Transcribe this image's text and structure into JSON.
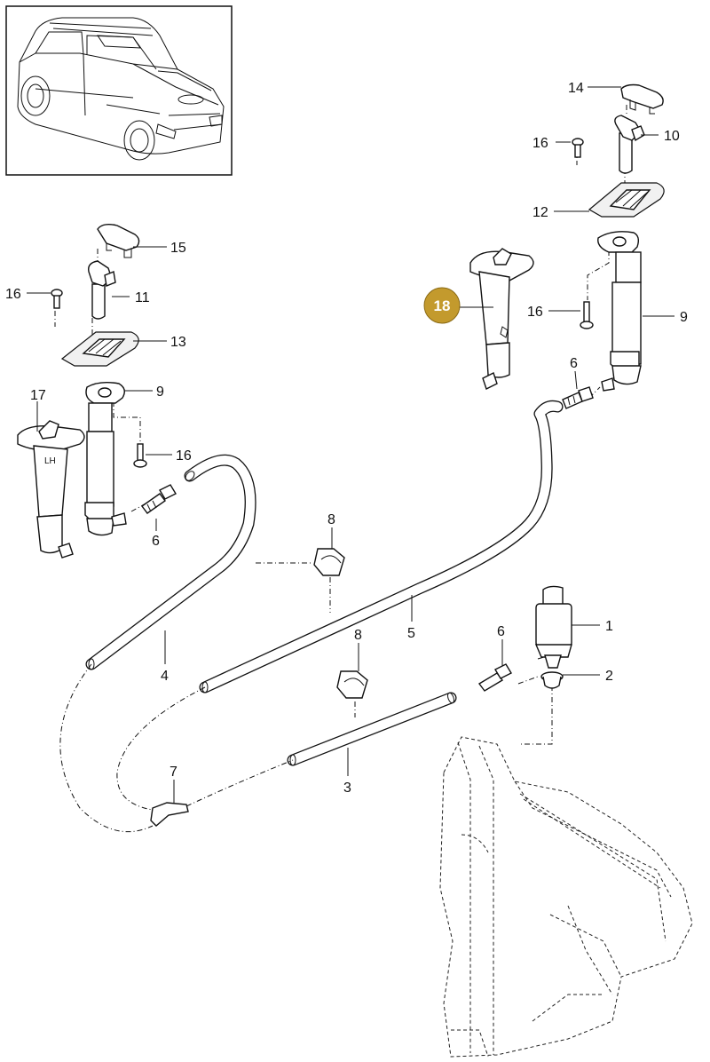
{
  "diagram": {
    "highlight_color": "#c39a2d",
    "stamp_text": "LH",
    "callouts": [
      {
        "id": "c1",
        "text": "1"
      },
      {
        "id": "c2",
        "text": "2"
      },
      {
        "id": "c3",
        "text": "3"
      },
      {
        "id": "c4",
        "text": "4"
      },
      {
        "id": "c5",
        "text": "5"
      },
      {
        "id": "c6a",
        "text": "6"
      },
      {
        "id": "c6b",
        "text": "6"
      },
      {
        "id": "c6c",
        "text": "6"
      },
      {
        "id": "c7",
        "text": "7"
      },
      {
        "id": "c8a",
        "text": "8"
      },
      {
        "id": "c8b",
        "text": "8"
      },
      {
        "id": "c9a",
        "text": "9"
      },
      {
        "id": "c9b",
        "text": "9"
      },
      {
        "id": "c10",
        "text": "10"
      },
      {
        "id": "c11",
        "text": "11"
      },
      {
        "id": "c12",
        "text": "12"
      },
      {
        "id": "c13",
        "text": "13"
      },
      {
        "id": "c14",
        "text": "14"
      },
      {
        "id": "c15",
        "text": "15"
      },
      {
        "id": "c16a",
        "text": "16"
      },
      {
        "id": "c16b",
        "text": "16"
      },
      {
        "id": "c16c",
        "text": "16"
      },
      {
        "id": "c17",
        "text": "17"
      },
      {
        "id": "c18",
        "text": "18",
        "highlighted": true
      }
    ]
  }
}
